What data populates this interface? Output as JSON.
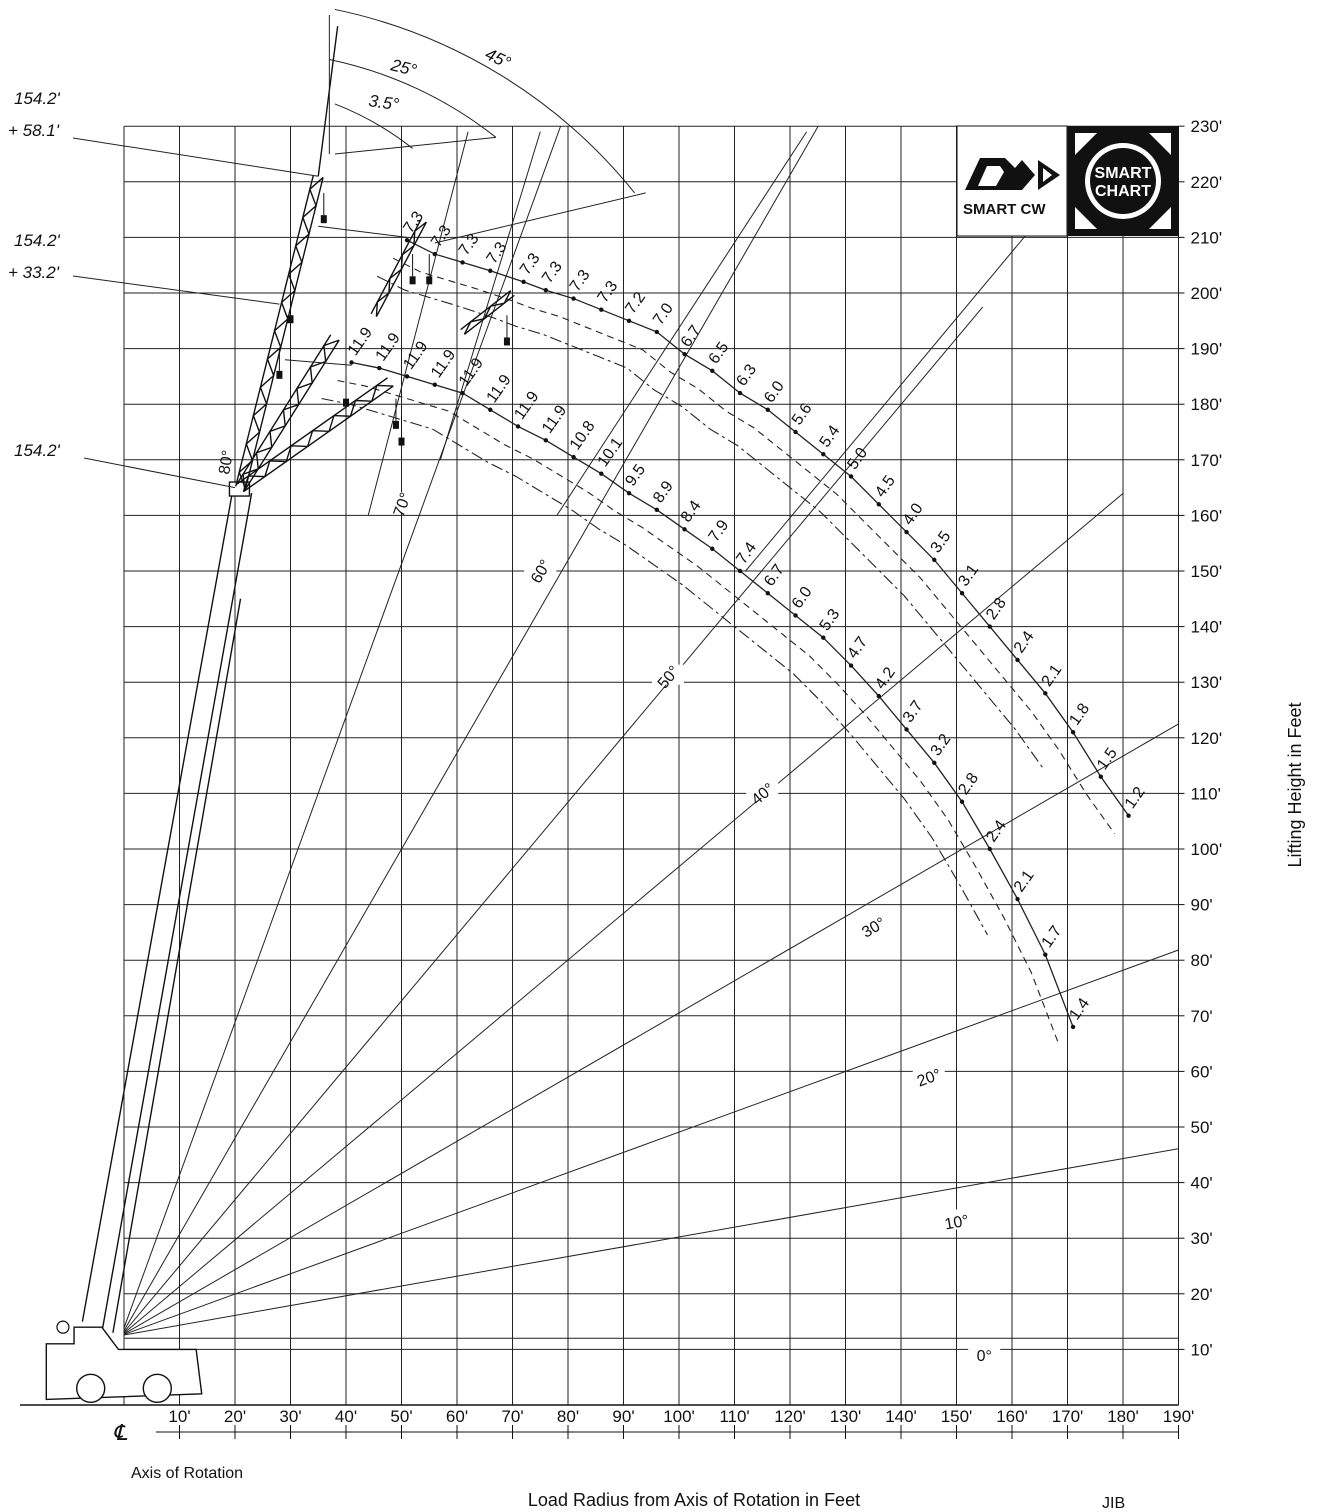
{
  "x_axis": {
    "label": "Load Radius from Axis of Rotation in Feet",
    "ticks": [
      "10'",
      "20'",
      "30'",
      "40'",
      "50'",
      "60'",
      "70'",
      "80'",
      "90'",
      "100'",
      "110'",
      "120'",
      "130'",
      "140'",
      "150'",
      "160'",
      "170'",
      "180'",
      "190'"
    ],
    "centerline_symbol": "℄",
    "axis_of_rotation_label": "Axis of Rotation"
  },
  "y_axis": {
    "label": "Lifting Height in Feet",
    "ticks": [
      "10'",
      "20'",
      "30'",
      "40'",
      "50'",
      "60'",
      "70'",
      "80'",
      "90'",
      "100'",
      "110'",
      "120'",
      "130'",
      "140'",
      "150'",
      "160'",
      "170'",
      "180'",
      "190'",
      "200'",
      "210'",
      "220'",
      "230'"
    ]
  },
  "boom_labels": [
    {
      "line1": "154.2'",
      "line2": "+ 58.1'"
    },
    {
      "line1": "154.2'",
      "line2": "+ 33.2'"
    },
    {
      "line1": "154.2'",
      "line2": ""
    }
  ],
  "boom_angle": "80°",
  "offset_angles": [
    "3.5°",
    "25°",
    "45°"
  ],
  "angle_rays": [
    "0°",
    "10°",
    "20°",
    "30°",
    "40°",
    "50°",
    "60°",
    "70°"
  ],
  "logos": {
    "smart_cw": "SMART CW",
    "smart_chart_1": "SMART",
    "smart_chart_2": "CHART"
  },
  "footer_note": "JIB",
  "load_curves": [
    {
      "name": "58.1' jib 3.5°",
      "points": [
        [
          51,
          209.5,
          "7.3"
        ],
        [
          56,
          207,
          "7.3"
        ],
        [
          61,
          205.5,
          "7.3"
        ],
        [
          66,
          204,
          "7.3"
        ],
        [
          72,
          202,
          "7.3"
        ],
        [
          76,
          200.5,
          "7.3"
        ],
        [
          81,
          199,
          "7.3"
        ],
        [
          86,
          197,
          "7.3"
        ],
        [
          91,
          195,
          "7.2"
        ],
        [
          96,
          193,
          "7.0"
        ],
        [
          101,
          189,
          "6.7"
        ],
        [
          106,
          186,
          "6.5"
        ],
        [
          111,
          182,
          "6.3"
        ],
        [
          116,
          179,
          "6.0"
        ],
        [
          121,
          175,
          "5.6"
        ],
        [
          126,
          171,
          "5.4"
        ],
        [
          131,
          167,
          "5.0"
        ],
        [
          136,
          162,
          "4.5"
        ],
        [
          141,
          157,
          "4.0"
        ],
        [
          146,
          152,
          "3.5"
        ],
        [
          151,
          146,
          "3.1"
        ],
        [
          156,
          140,
          "2.8"
        ],
        [
          161,
          134,
          "2.4"
        ],
        [
          166,
          128,
          "2.1"
        ],
        [
          171,
          121,
          "1.8"
        ],
        [
          176,
          113,
          "1.5"
        ],
        [
          181,
          106,
          "1.2"
        ]
      ]
    },
    {
      "name": "33.2' jib 3.5°",
      "points": [
        [
          41,
          187.5,
          "11.9"
        ],
        [
          46,
          186.5,
          "11.9"
        ],
        [
          51,
          185,
          "11.9"
        ],
        [
          56,
          183.5,
          "11.9"
        ],
        [
          61,
          182,
          "11.9"
        ],
        [
          66,
          179,
          "11.9"
        ],
        [
          71,
          176,
          "11.9"
        ],
        [
          76,
          173.5,
          "11.9"
        ],
        [
          81,
          170.5,
          "10.8"
        ],
        [
          86,
          167.5,
          "10.1"
        ],
        [
          91,
          164,
          "9.5"
        ],
        [
          96,
          161,
          "8.9"
        ],
        [
          101,
          157.5,
          "8.4"
        ],
        [
          106,
          154,
          "7.9"
        ],
        [
          111,
          150,
          "7.4"
        ],
        [
          116,
          146,
          "6.7"
        ],
        [
          121,
          142,
          "6.0"
        ],
        [
          126,
          138,
          "5.3"
        ],
        [
          131,
          133,
          "4.7"
        ],
        [
          136,
          127.5,
          "4.2"
        ],
        [
          141,
          121.5,
          "3.7"
        ],
        [
          146,
          115.5,
          "3.2"
        ],
        [
          151,
          108.5,
          "2.8"
        ],
        [
          156,
          100,
          "2.4"
        ],
        [
          161,
          91,
          "2.1"
        ],
        [
          166,
          81,
          "1.7"
        ],
        [
          171,
          68,
          "1.4"
        ]
      ]
    }
  ]
}
